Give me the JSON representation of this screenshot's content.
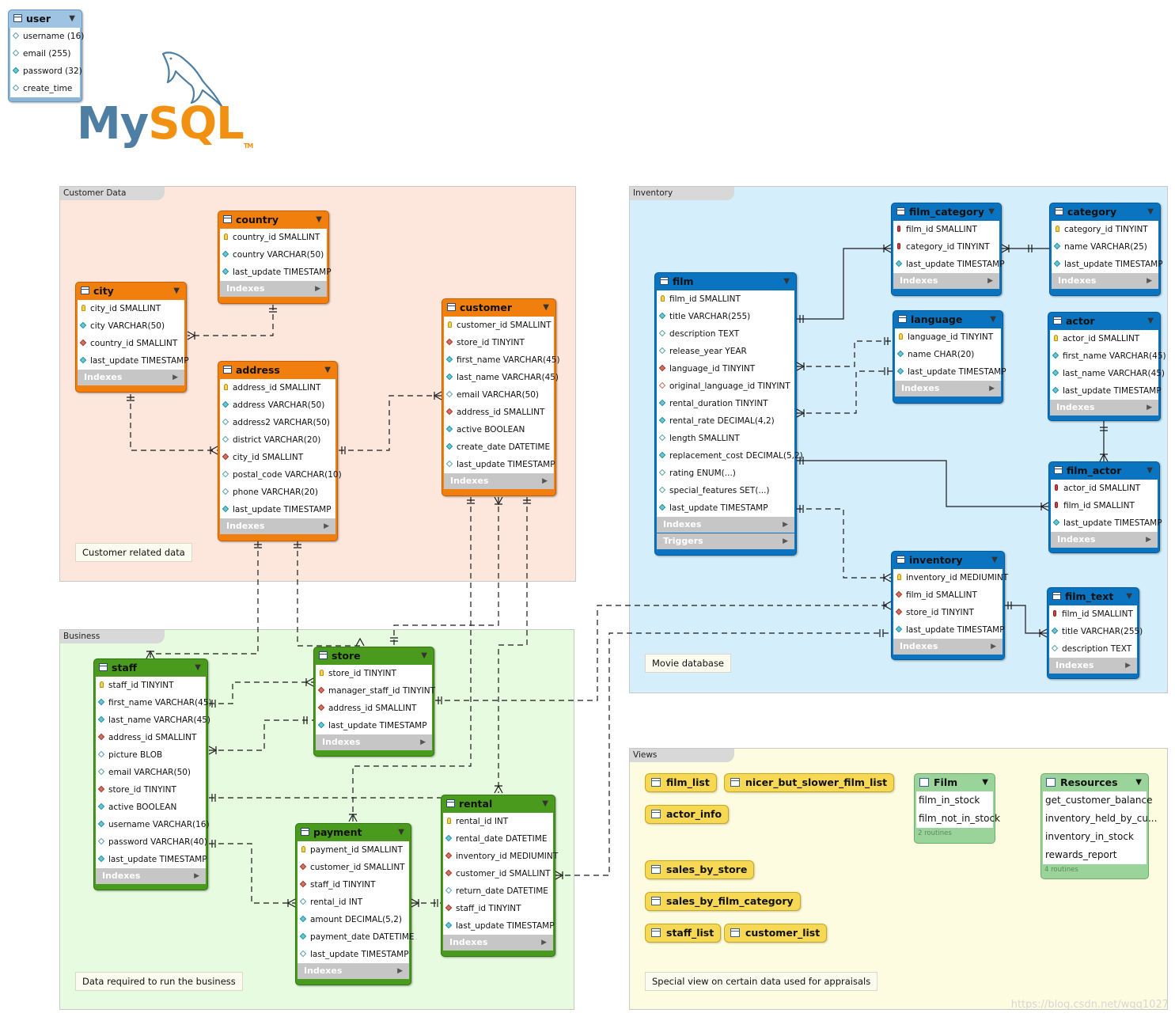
{
  "logo": {
    "my": "My",
    "sql": "SQL",
    "tm": "TM"
  },
  "regions": {
    "customer": {
      "label": "Customer Data",
      "note": "Customer related data"
    },
    "business": {
      "label": "Business",
      "note": "Data required to run the business"
    },
    "inventory": {
      "label": "Inventory",
      "note": "Movie database"
    },
    "views": {
      "label": "Views",
      "note": "Special view on certain data used for appraisals"
    }
  },
  "indexes_label": "Indexes",
  "triggers_label": "Triggers",
  "tables": {
    "user": {
      "name": "user",
      "columns": [
        "username (16)",
        "email (255)",
        "password (32)",
        "create_time"
      ]
    },
    "country": {
      "name": "country",
      "columns": [
        "country_id SMALLINT",
        "country VARCHAR(50)",
        "last_update TIMESTAMP"
      ]
    },
    "city": {
      "name": "city",
      "columns": [
        "city_id SMALLINT",
        "city VARCHAR(50)",
        "country_id SMALLINT",
        "last_update TIMESTAMP"
      ]
    },
    "address": {
      "name": "address",
      "columns": [
        "address_id SMALLINT",
        "address VARCHAR(50)",
        "address2 VARCHAR(50)",
        "district VARCHAR(20)",
        "city_id SMALLINT",
        "postal_code VARCHAR(10)",
        "phone VARCHAR(20)",
        "last_update TIMESTAMP"
      ]
    },
    "customer": {
      "name": "customer",
      "columns": [
        "customer_id SMALLINT",
        "store_id TINYINT",
        "first_name VARCHAR(45)",
        "last_name VARCHAR(45)",
        "email VARCHAR(50)",
        "address_id SMALLINT",
        "active BOOLEAN",
        "create_date DATETIME",
        "last_update TIMESTAMP"
      ]
    },
    "staff": {
      "name": "staff",
      "columns": [
        "staff_id TINYINT",
        "first_name VARCHAR(45)",
        "last_name VARCHAR(45)",
        "address_id SMALLINT",
        "picture BLOB",
        "email VARCHAR(50)",
        "store_id TINYINT",
        "active BOOLEAN",
        "username VARCHAR(16)",
        "password VARCHAR(40)",
        "last_update TIMESTAMP"
      ]
    },
    "store": {
      "name": "store",
      "columns": [
        "store_id TINYINT",
        "manager_staff_id TINYINT",
        "address_id SMALLINT",
        "last_update TIMESTAMP"
      ]
    },
    "payment": {
      "name": "payment",
      "columns": [
        "payment_id SMALLINT",
        "customer_id SMALLINT",
        "staff_id TINYINT",
        "rental_id INT",
        "amount DECIMAL(5,2)",
        "payment_date DATETIME",
        "last_update TIMESTAMP"
      ]
    },
    "rental": {
      "name": "rental",
      "columns": [
        "rental_id INT",
        "rental_date DATETIME",
        "inventory_id MEDIUMINT",
        "customer_id SMALLINT",
        "return_date DATETIME",
        "staff_id TINYINT",
        "last_update TIMESTAMP"
      ]
    },
    "film": {
      "name": "film",
      "columns": [
        "film_id SMALLINT",
        "title VARCHAR(255)",
        "description TEXT",
        "release_year YEAR",
        "language_id TINYINT",
        "original_language_id TINYINT",
        "rental_duration TINYINT",
        "rental_rate DECIMAL(4,2)",
        "length SMALLINT",
        "replacement_cost DECIMAL(5,2)",
        "rating ENUM(...)",
        "special_features SET(...)",
        "last_update TIMESTAMP"
      ]
    },
    "film_category": {
      "name": "film_category",
      "columns": [
        "film_id SMALLINT",
        "category_id TINYINT",
        "last_update TIMESTAMP"
      ]
    },
    "category": {
      "name": "category",
      "columns": [
        "category_id TINYINT",
        "name VARCHAR(25)",
        "last_update TIMESTAMP"
      ]
    },
    "language": {
      "name": "language",
      "columns": [
        "language_id TINYINT",
        "name CHAR(20)",
        "last_update TIMESTAMP"
      ]
    },
    "actor": {
      "name": "actor",
      "columns": [
        "actor_id SMALLINT",
        "first_name VARCHAR(45)",
        "last_name VARCHAR(45)",
        "last_update TIMESTAMP"
      ]
    },
    "film_actor": {
      "name": "film_actor",
      "columns": [
        "actor_id SMALLINT",
        "film_id SMALLINT",
        "last_update TIMESTAMP"
      ]
    },
    "inventory": {
      "name": "inventory",
      "columns": [
        "inventory_id MEDIUMINT",
        "film_id SMALLINT",
        "store_id TINYINT",
        "last_update TIMESTAMP"
      ]
    },
    "film_text": {
      "name": "film_text",
      "columns": [
        "film_id SMALLINT",
        "title VARCHAR(255)",
        "description TEXT"
      ]
    }
  },
  "views": [
    "film_list",
    "nicer_but_slower_film_list",
    "actor_info",
    "sales_by_store",
    "sales_by_film_category",
    "staff_list",
    "customer_list"
  ],
  "routine_groups": {
    "film": {
      "name": "Film",
      "routines": [
        "film_in_stock",
        "film_not_in_stock"
      ],
      "count": "2 routines"
    },
    "resources": {
      "name": "Resources",
      "routines": [
        "get_customer_balance",
        "inventory_held_by_cu...",
        "inventory_in_stock",
        "rewards_report"
      ],
      "count": "4 routines"
    }
  },
  "watermark": "https://blog.csdn.net/wqq1027",
  "colors": {
    "orange": "#f07f0e",
    "blue": "#0b74c1",
    "green": "#4a9a1e",
    "customer_bg": "#fde7dc",
    "business_bg": "#e6fbdf",
    "inventory_bg": "#d4eefb",
    "views_bg": "#fdfce0"
  }
}
